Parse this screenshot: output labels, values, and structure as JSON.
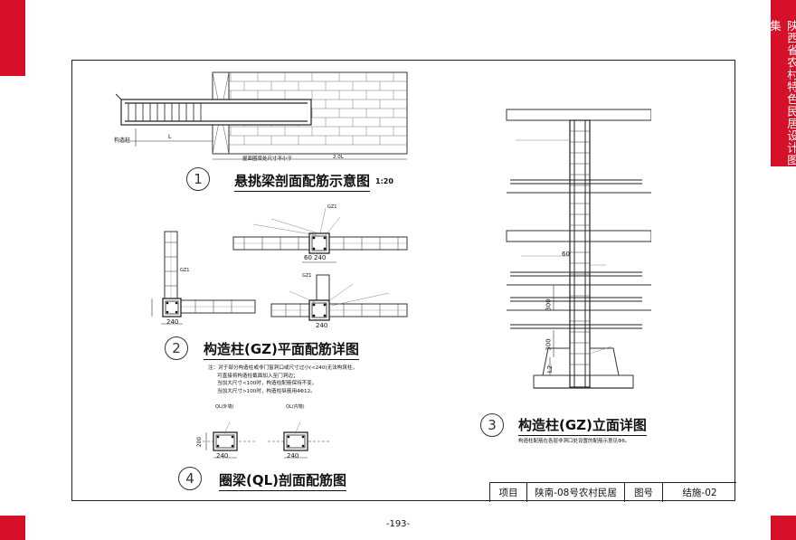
{
  "side_title": "陕西省农村特色民居设计图集",
  "page_number": "-193-",
  "colors": {
    "accent": "#d7102a"
  },
  "sections": {
    "s1": {
      "num": "1",
      "title": "悬挑梁剖面配筋示意图",
      "scale": "1:20"
    },
    "s2": {
      "num": "2",
      "title": "构造柱(GZ)平面配筋详图"
    },
    "s3": {
      "num": "3",
      "title": "构造柱(GZ)立面详图"
    },
    "s4": {
      "num": "4",
      "title": "圈梁(QL)剖面配筋图"
    }
  },
  "s1_labels": {
    "left": "构造柱",
    "bottom": "屋面圈梁处尺寸不小于",
    "dim": "2.0L",
    "l": "L"
  },
  "s2_labels": {
    "dim_240": "240",
    "dim_60": "60",
    "gz1": "GZ1",
    "note_lines": [
      "注：对于部分构造柱或非门窗洞口或尺寸过小(<240)无法构筑柱，",
      "可直接将构造柱截面加入至门洞边；",
      "当加大尺寸<100时，构造柱配筋保持不变。",
      "当加大尺寸>100时，构造柱纵筋用4Φ12。"
    ]
  },
  "s3_labels": {
    "dim_300": "300",
    "dim_60": "60",
    "l2": "L2",
    "caption": "构造柱配筋在各层非洞口处设置的配筋示意见Φ6。"
  },
  "s4_labels": {
    "ql1": "QL(外墙)",
    "ql2": "QL(内墙)",
    "dim_240": "240",
    "dim_200": "200"
  },
  "title_block": {
    "project_label": "项目",
    "project_name": "陕南-08号农村民居",
    "drawing_label": "图号",
    "drawing_no": "结施-02"
  }
}
